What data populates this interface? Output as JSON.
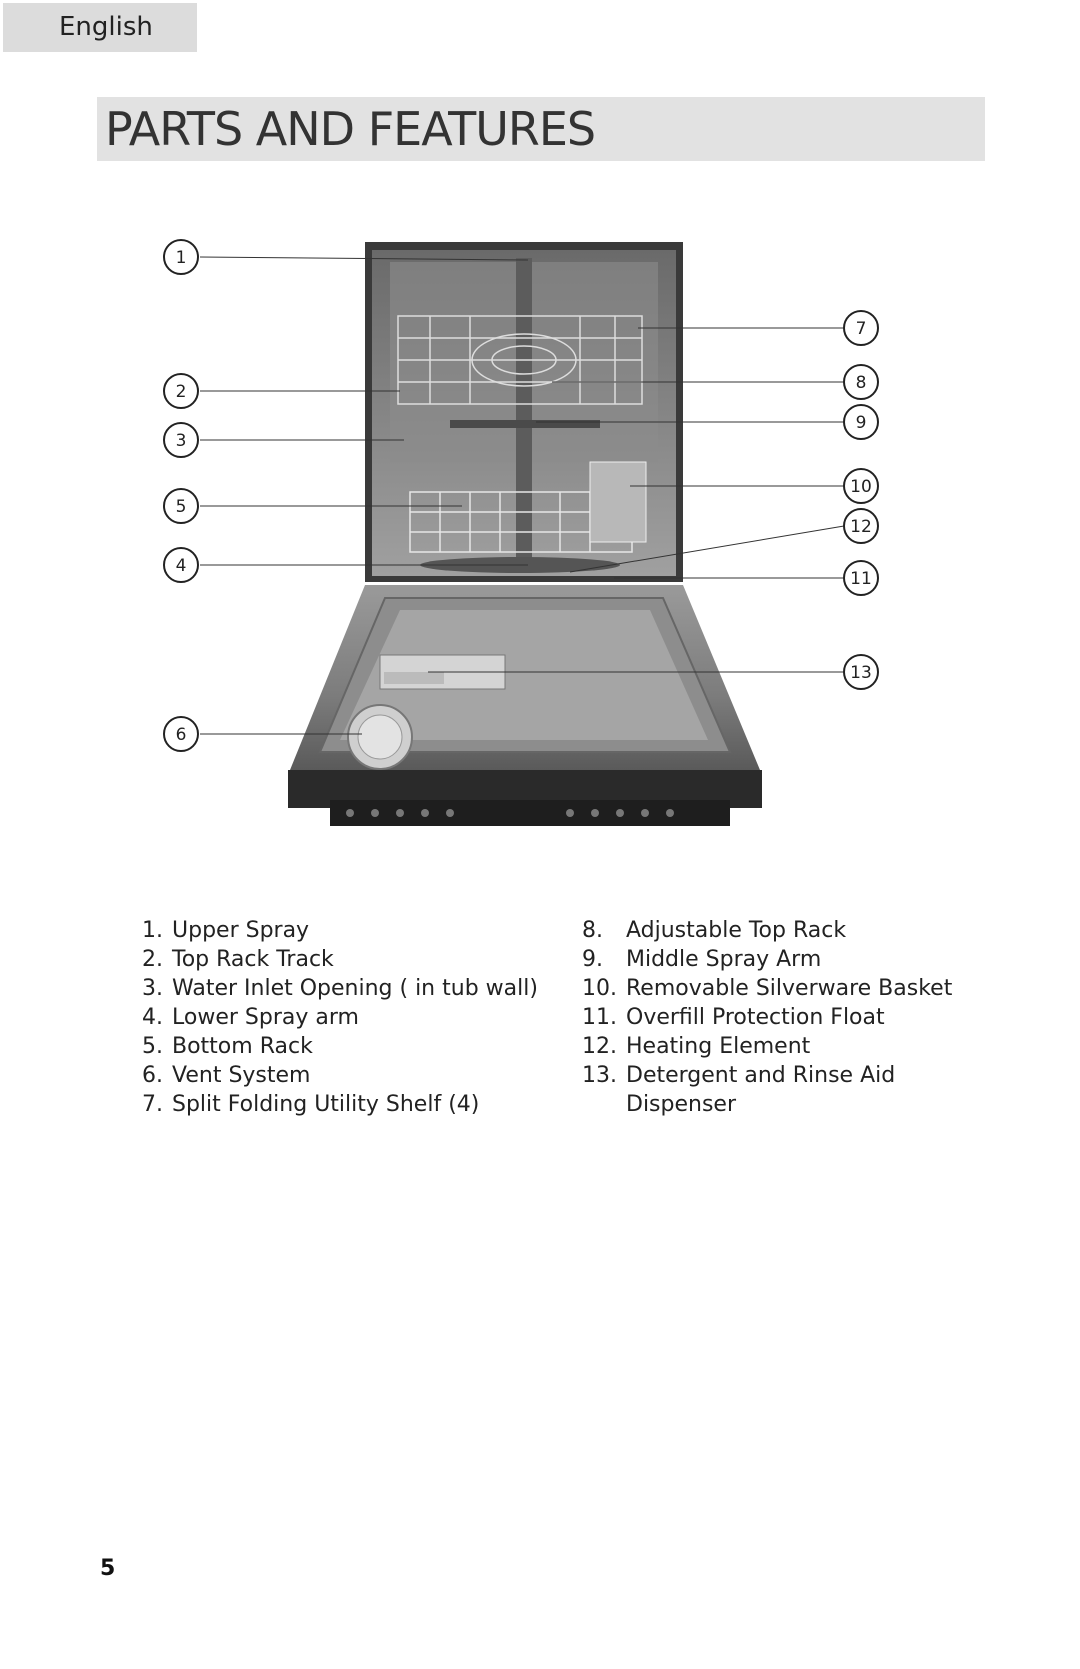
{
  "header": {
    "language_tab": "English"
  },
  "section": {
    "title": "PARTS AND FEATURES"
  },
  "diagram": {
    "description_icon": "dishwasher-open-door-photo",
    "callouts": [
      "1",
      "2",
      "3",
      "5",
      "4",
      "6",
      "7",
      "8",
      "9",
      "10",
      "12",
      "11",
      "13"
    ]
  },
  "parts": {
    "left": [
      {
        "num": "1.",
        "label": "Upper Spray"
      },
      {
        "num": "2.",
        "label": "Top Rack Track"
      },
      {
        "num": "3.",
        "label": "Water Inlet Opening ( in tub wall)"
      },
      {
        "num": "4.",
        "label": "Lower Spray arm"
      },
      {
        "num": "5.",
        "label": "Bottom Rack"
      },
      {
        "num": "6.",
        "label": "Vent System"
      },
      {
        "num": "7.",
        "label": "Split Folding Utility Shelf (4)"
      }
    ],
    "right": [
      {
        "num": "8.",
        "label": "Adjustable Top Rack"
      },
      {
        "num": "9.",
        "label": "Middle Spray Arm"
      },
      {
        "num": "10.",
        "label": "Removable Silverware Basket"
      },
      {
        "num": "11.",
        "label": "Overfill Protection Float"
      },
      {
        "num": "12.",
        "label": "Heating Element"
      },
      {
        "num": "13.",
        "label": "Detergent and Rinse Aid"
      },
      {
        "num": "",
        "label": "Dispenser"
      }
    ]
  },
  "footer": {
    "page_number": "5"
  }
}
